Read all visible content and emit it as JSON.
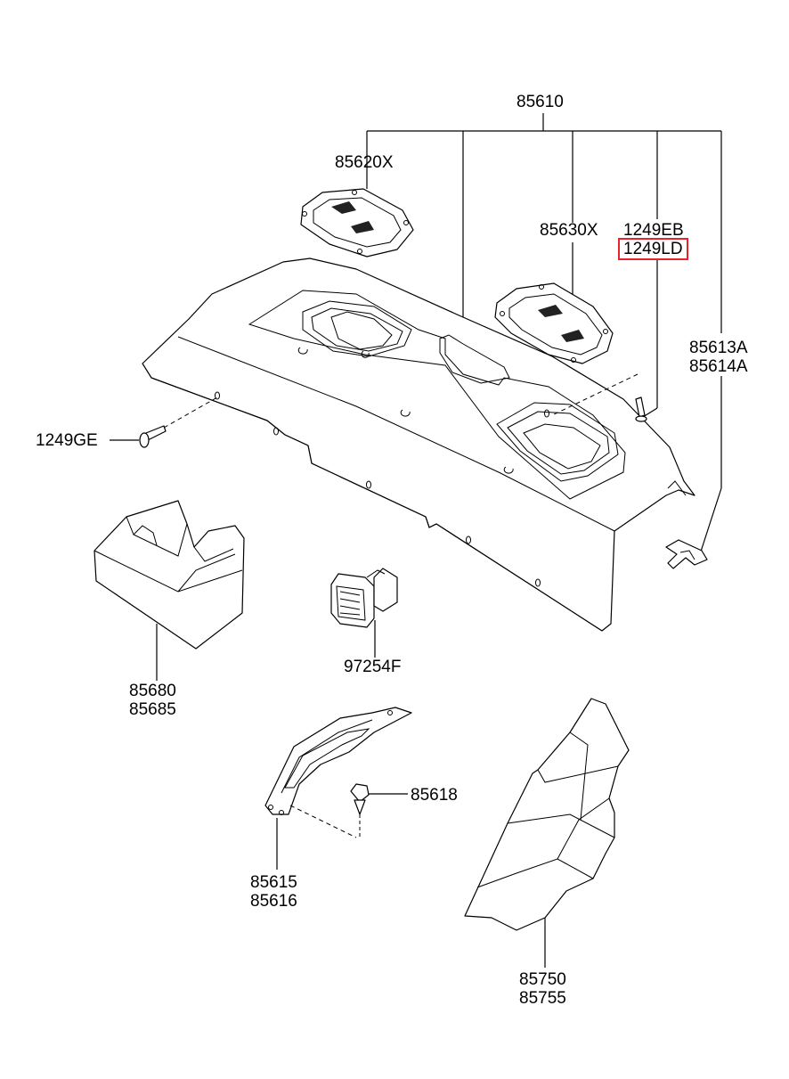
{
  "labels": {
    "l85610": "85610",
    "l85620x": "85620X",
    "l85630x": "85630X",
    "l1249eb": "1249EB",
    "l1249ld": "1249LD",
    "l85613a": "85613A",
    "l85614a": "85614A",
    "l1249ge": "1249GE",
    "l85680": "85680",
    "l85685": "85685",
    "l97254f": "97254F",
    "l85618": "85618",
    "l85615": "85615",
    "l85616": "85616",
    "l85750": "85750",
    "l85755": "85755"
  },
  "highlight_color": "#e8242a"
}
